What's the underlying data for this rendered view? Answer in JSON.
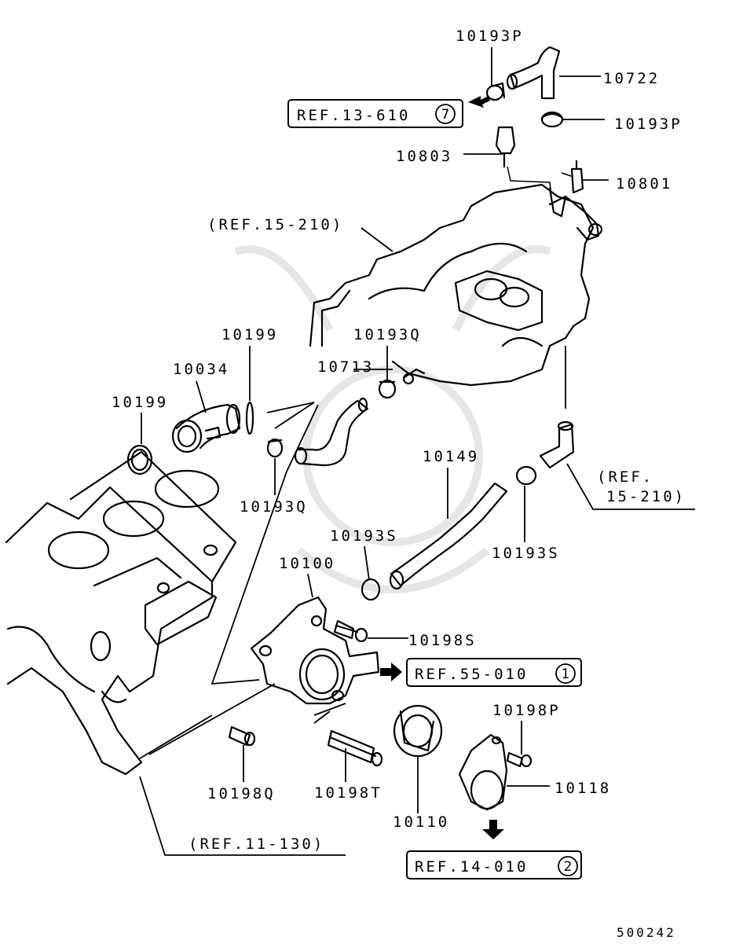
{
  "parts": {
    "p10193P_top": "10193P",
    "p10722": "10722",
    "p10193P_right": "10193P",
    "p10803": "10803",
    "p10801": "10801",
    "p10199_top": "10199",
    "p10193Q_top": "10193Q",
    "p10034": "10034",
    "p10713": "10713",
    "p10199_left": "10199",
    "p10149": "10149",
    "p10193Q_bottom": "10193Q",
    "p10193S_left": "10193S",
    "p10193S_right": "10193S",
    "p10100": "10100",
    "p10198S": "10198S",
    "p10198P": "10198P",
    "p10118": "10118",
    "p10198Q": "10198Q",
    "p10198T": "10198T",
    "p10110": "10110"
  },
  "refs": {
    "ref13": {
      "text": "REF.13-610",
      "circle": "7"
    },
    "ref55": {
      "text": "REF.55-010",
      "circle": "1"
    },
    "ref14": {
      "text": "REF.14-010",
      "circle": "2"
    },
    "ref15a": "(REF.15-210)",
    "ref15b_line1": "(REF.",
    "ref15b_line2": "15-210)",
    "ref11": "(REF.11-130)"
  },
  "diagram_code": "500242"
}
